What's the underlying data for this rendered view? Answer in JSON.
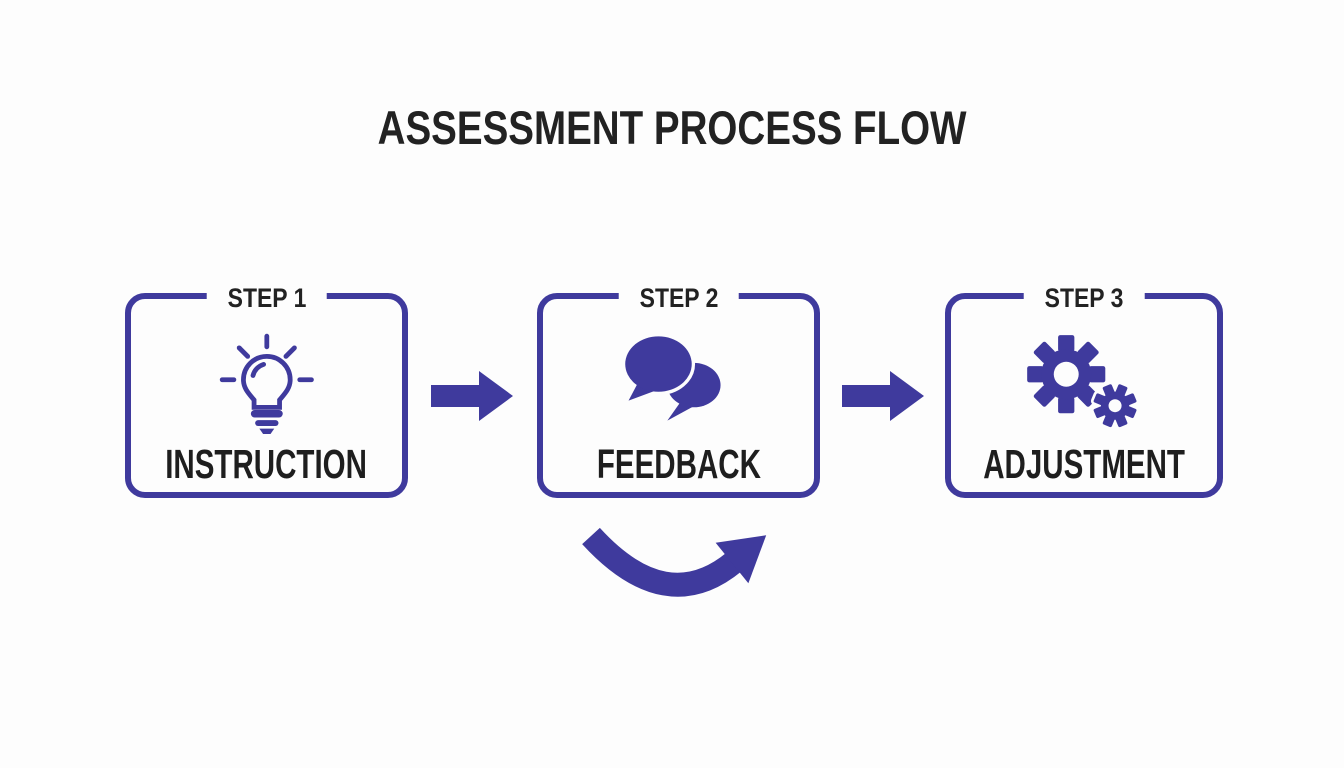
{
  "title": "ASSESSMENT PROCESS FLOW",
  "colors": {
    "accent": "#3f3a9d",
    "heading": "#222222",
    "background": "#fdfdfd"
  },
  "steps": [
    {
      "step_label": "STEP 1",
      "title": "INSTRUCTION",
      "icon": "lightbulb-icon"
    },
    {
      "step_label": "STEP 2",
      "title": "FEEDBACK",
      "icon": "speech-bubbles-icon"
    },
    {
      "step_label": "STEP 3",
      "title": "ADJUSTMENT",
      "icon": "gears-icon"
    }
  ],
  "connectors": [
    {
      "type": "block-arrow-right",
      "from": "STEP 1",
      "to": "STEP 2"
    },
    {
      "type": "block-arrow-right",
      "from": "STEP 2",
      "to": "STEP 3"
    },
    {
      "type": "curved-arrow-up-right",
      "position": "below STEP 2"
    }
  ]
}
